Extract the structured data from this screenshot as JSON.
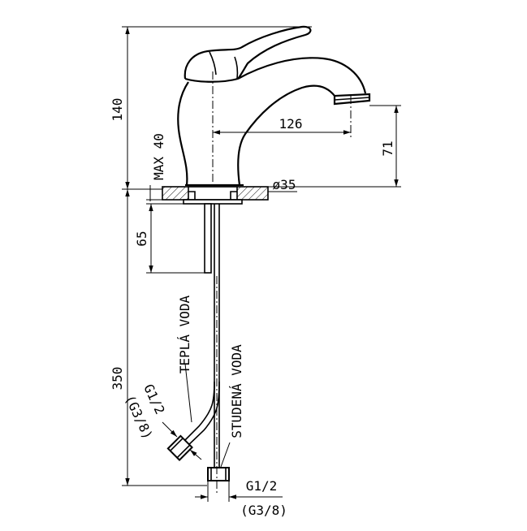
{
  "dimensions": {
    "height_top": "140",
    "max_40": "MAX 40",
    "spout_reach": "126",
    "spout_height": "71",
    "base_diameter": "ø35",
    "shank_length": "65",
    "hose_length": "350"
  },
  "labels": {
    "hot_water": "TEPLÁ VODA",
    "cold_water": "STUDENÁ VODA",
    "hot_thread": "G1/2",
    "hot_thread_alt": "(G3/8)",
    "cold_thread": "G1/2",
    "cold_thread_alt": "(G3/8)"
  }
}
